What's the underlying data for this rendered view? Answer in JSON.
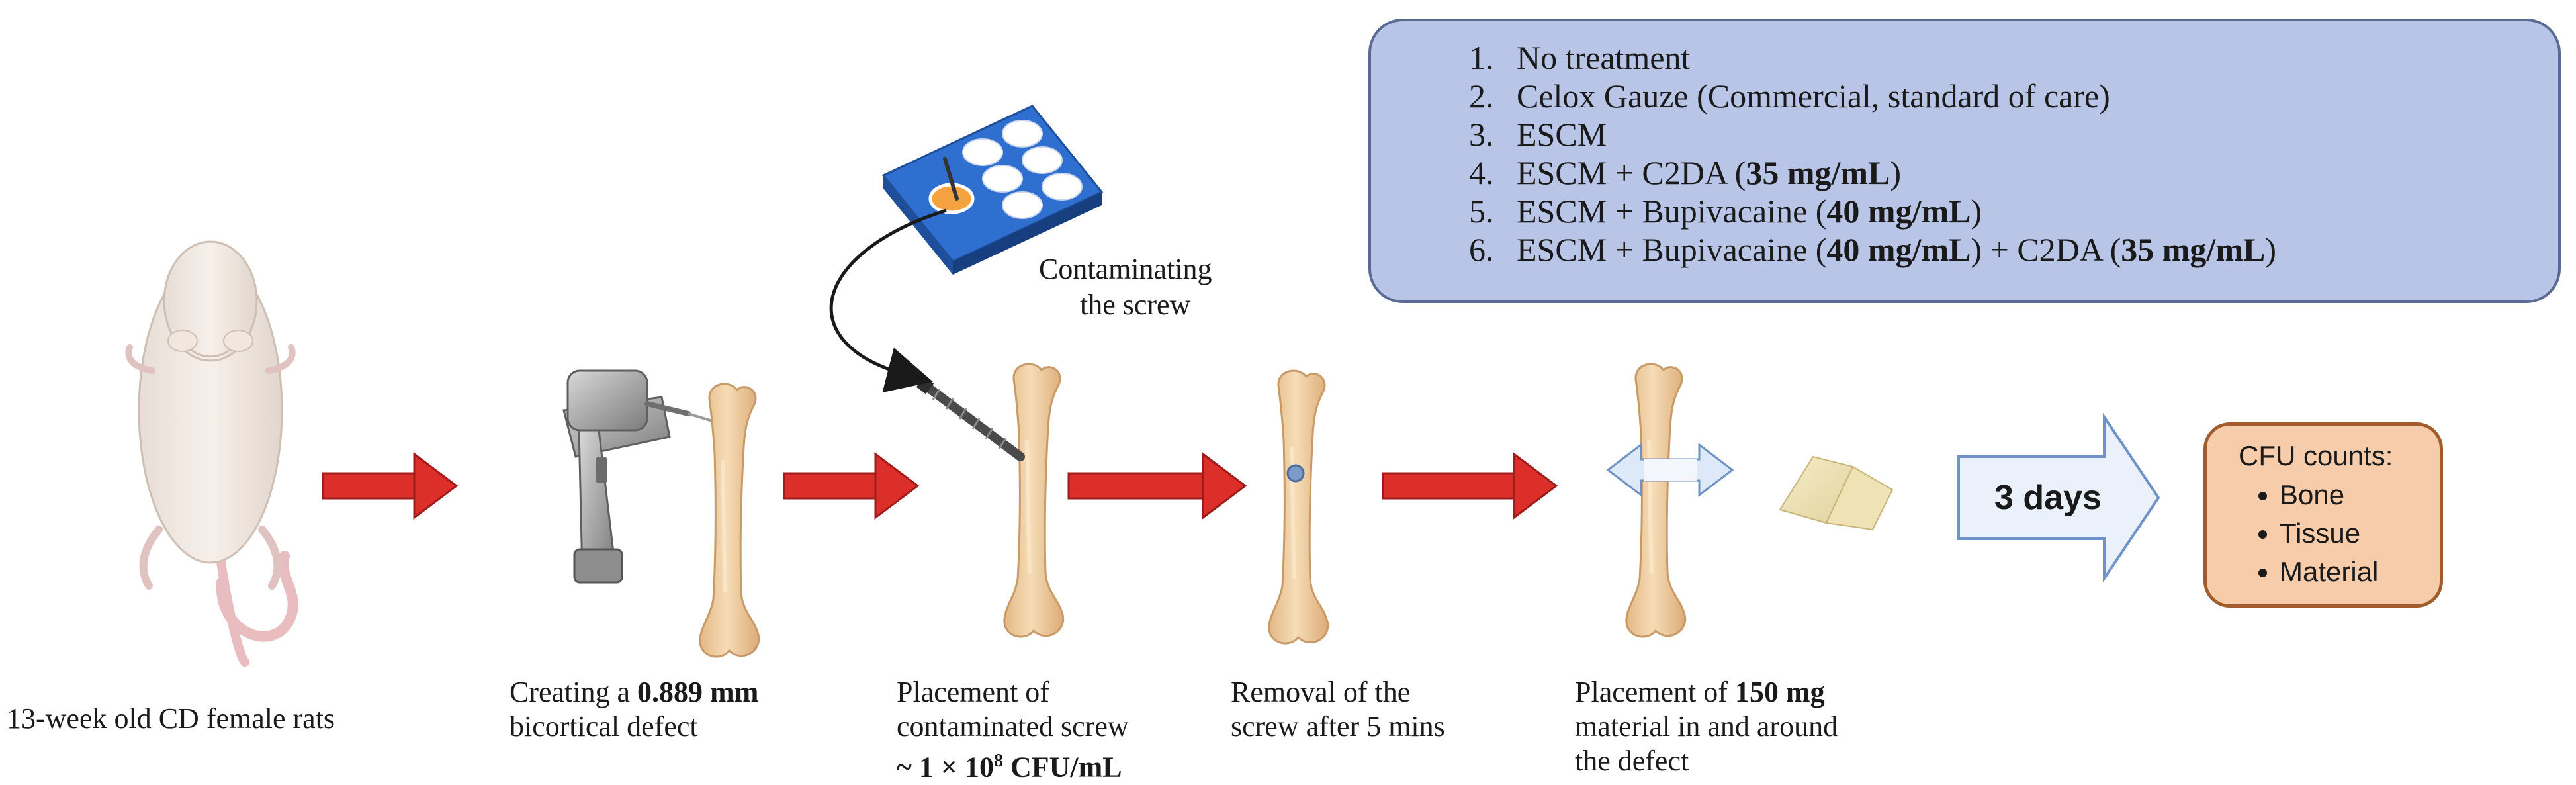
{
  "treatments": {
    "items": [
      {
        "num": "1.",
        "segments": [
          {
            "text": "No treatment",
            "bold": false
          }
        ]
      },
      {
        "num": "2.",
        "segments": [
          {
            "text": "Celox Gauze (Commercial, standard of care)",
            "bold": false
          }
        ]
      },
      {
        "num": "3.",
        "segments": [
          {
            "text": "ESCM",
            "bold": false
          }
        ]
      },
      {
        "num": "4.",
        "segments": [
          {
            "text": "ESCM + C2DA (",
            "bold": false
          },
          {
            "text": "35 mg/mL",
            "bold": true
          },
          {
            "text": ")",
            "bold": false
          }
        ]
      },
      {
        "num": "5.",
        "segments": [
          {
            "text": "ESCM + Bupivacaine (",
            "bold": false
          },
          {
            "text": "40 mg/mL",
            "bold": true
          },
          {
            "text": ")",
            "bold": false
          }
        ]
      },
      {
        "num": "6.",
        "segments": [
          {
            "text": "ESCM + Bupivacaine (",
            "bold": false
          },
          {
            "text": "40 mg/mL",
            "bold": true
          },
          {
            "text": ") + C2DA (",
            "bold": false
          },
          {
            "text": "35 mg/mL",
            "bold": true
          },
          {
            "text": ")",
            "bold": false
          }
        ]
      }
    ]
  },
  "contaminating_label": [
    "Contaminating",
    "the screw"
  ],
  "steps": [
    {
      "lines": [
        [
          {
            "text": "13-week old CD female rats",
            "bold": false
          }
        ]
      ]
    },
    {
      "lines": [
        [
          {
            "text": "Creating a ",
            "bold": false
          },
          {
            "text": "0.889 mm",
            "bold": true
          }
        ],
        [
          {
            "text": "bicortical defect",
            "bold": false
          }
        ]
      ]
    },
    {
      "lines": [
        [
          {
            "text": "Placement of",
            "bold": false
          }
        ],
        [
          {
            "text": "contaminated screw",
            "bold": false
          }
        ],
        [
          {
            "text": "~ 1 × 10",
            "bold": true
          },
          {
            "text": "8",
            "bold": true,
            "sup": true
          },
          {
            "text": " CFU/mL",
            "bold": true
          }
        ]
      ]
    },
    {
      "lines": [
        [
          {
            "text": "Removal of the",
            "bold": false
          }
        ],
        [
          {
            "text": "screw after 5 mins",
            "bold": false
          }
        ]
      ]
    },
    {
      "lines": [
        [
          {
            "text": "Placement of ",
            "bold": false
          },
          {
            "text": "150 mg",
            "bold": true
          }
        ],
        [
          {
            "text": "material in and around",
            "bold": false
          }
        ],
        [
          {
            "text": "the defect",
            "bold": false
          }
        ]
      ]
    }
  ],
  "days_label": "3 days",
  "cfu_box": {
    "title": "CFU counts:",
    "items": [
      "Bone",
      "Tissue",
      "Material"
    ]
  },
  "colors": {
    "arrow_red": "#dc2f2a",
    "arrow_red_dark": "#9e1d1a",
    "bone": "#f0d0a4",
    "bone_outline": "#c79a68",
    "treatment_box": "#b8c5e6",
    "cfu_box": "#f6ccaa",
    "days_arrow": "#eaf1fa"
  }
}
